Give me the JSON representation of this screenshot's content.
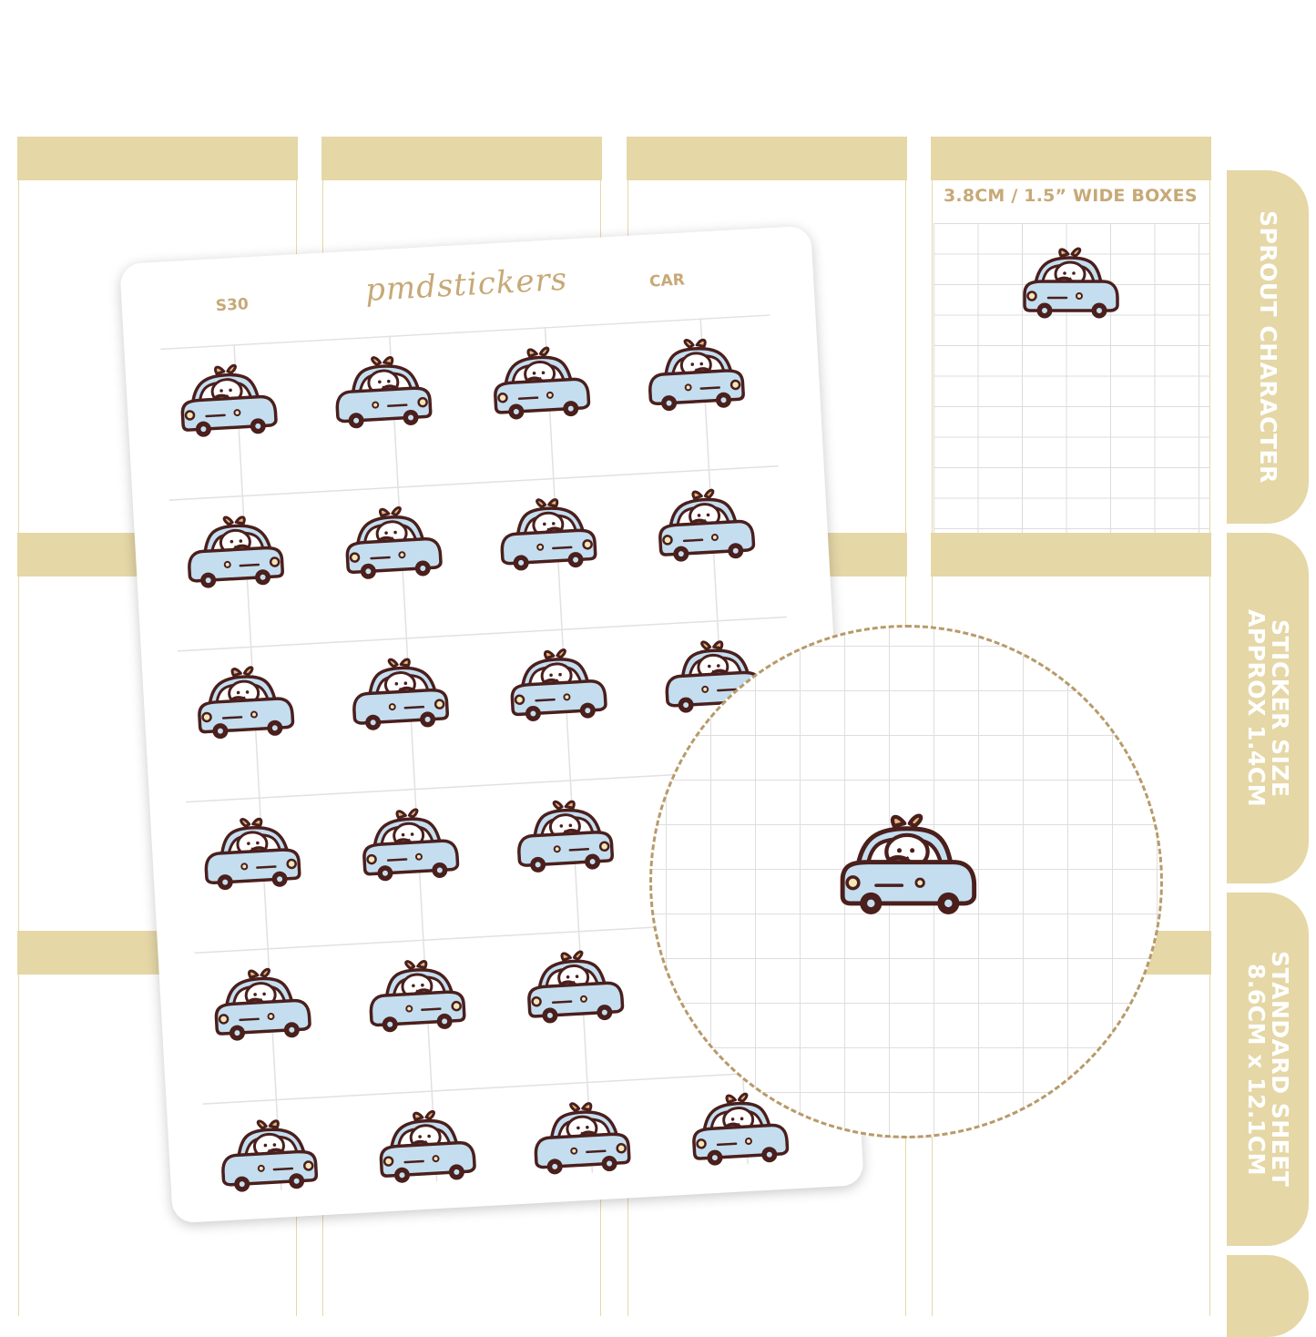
{
  "planner": {
    "box_label": "3.8CM / 1.5” WIDE BOXES",
    "band_color": "#e5d7a6"
  },
  "tabs": [
    {
      "text": "SPROUT CHARACTER"
    },
    {
      "text": "STICKER SIZE\nAPPROX 1.4CM"
    },
    {
      "text": "STANDARD SHEET\n8.6CM x 12.1CM"
    },
    {
      "text": ""
    }
  ],
  "sheet": {
    "code": "S30",
    "brand": "pmdstickers",
    "name": "CAR",
    "rows": 6,
    "cols": 4
  },
  "sticker": {
    "icon": "sprout-car-icon",
    "car_color": "#c4def0",
    "outline_color": "#4a1f1c"
  }
}
